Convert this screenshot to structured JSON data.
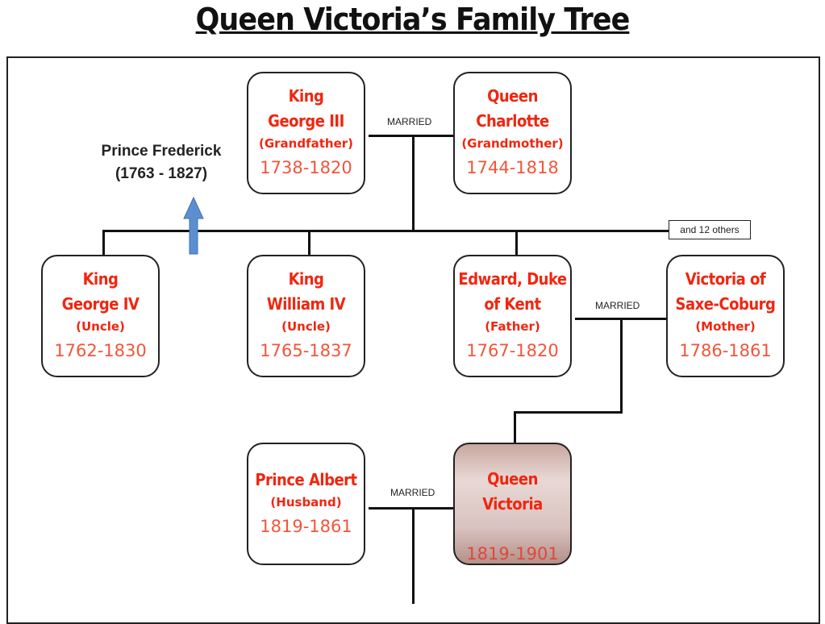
{
  "title": "Queen Victoria’s Family Tree",
  "married": "MARRIED",
  "others": "and 12 others",
  "frederick": {
    "name": "Prince Frederick",
    "years": "(1763 - 1827)"
  },
  "people": {
    "george3": {
      "name1": "King",
      "name2": "George III",
      "role": "(Grandfather)",
      "years": "1738-1820"
    },
    "charlotte": {
      "name1": "Queen",
      "name2": "Charlotte",
      "role": "(Grandmother)",
      "years": "1744-1818"
    },
    "george4": {
      "name1": "King",
      "name2": "George IV",
      "role": "(Uncle)",
      "years": "1762-1830"
    },
    "william4": {
      "name1": "King",
      "name2": "William IV",
      "role": "(Uncle)",
      "years": "1765-1837"
    },
    "edward": {
      "name1": "Edward, Duke",
      "name2": "of Kent",
      "role": "(Father)",
      "years": "1767-1820"
    },
    "victoriasc": {
      "name1": "Victoria of",
      "name2": "Saxe-Coburg",
      "role": "(Mother)",
      "years": "1786-1861"
    },
    "albert": {
      "name1": "Prince Albert",
      "role": "(Husband)",
      "years": "1819-1861"
    },
    "victoria": {
      "name1": "Queen Victoria",
      "years": "1819-1901"
    }
  },
  "colors": {
    "name": "#f0260f",
    "arrow": "#5b8fd0"
  }
}
